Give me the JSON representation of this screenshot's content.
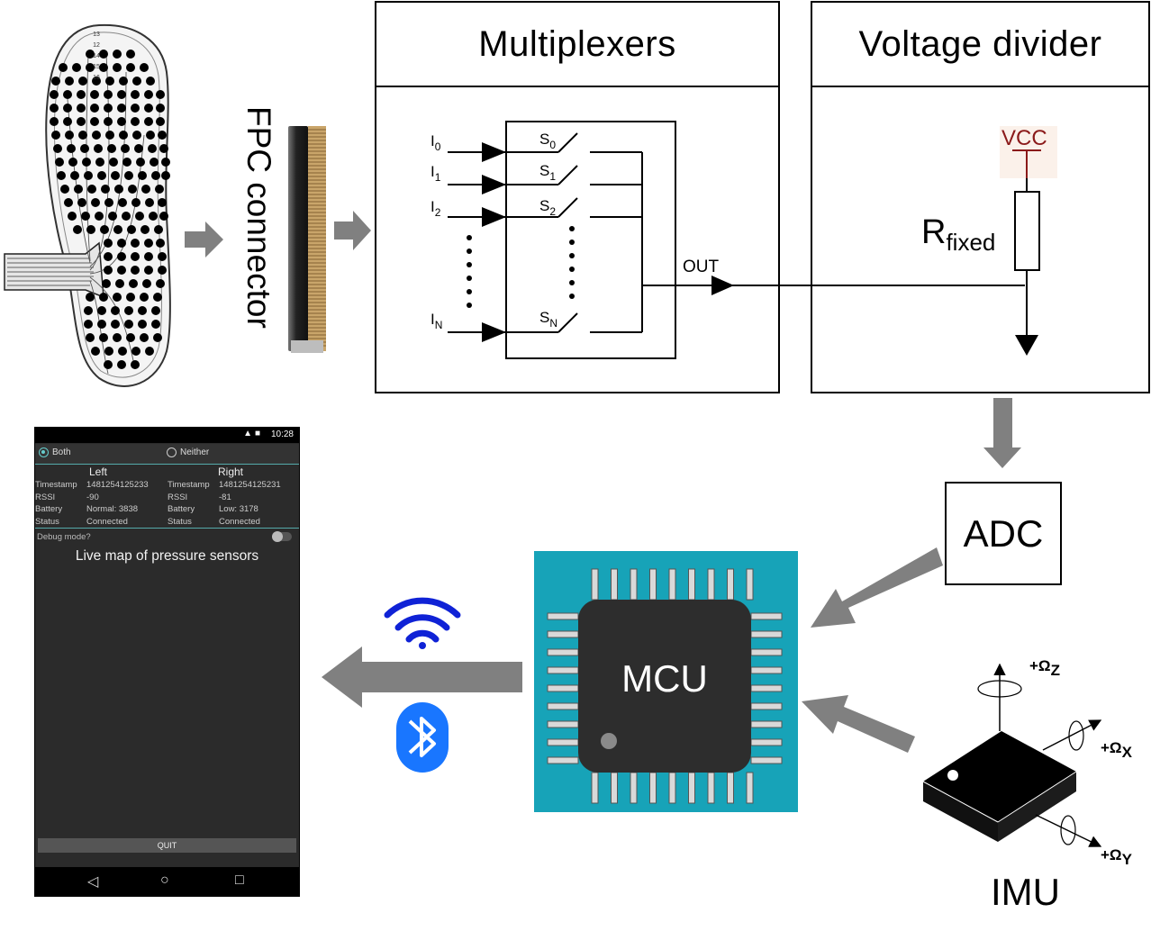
{
  "multiplexers": {
    "title": "Multiplexers",
    "inputs": [
      {
        "base": "I",
        "sub": "0"
      },
      {
        "base": "I",
        "sub": "1"
      },
      {
        "base": "I",
        "sub": "2"
      },
      {
        "base": "I",
        "sub": "N"
      }
    ],
    "switches": [
      {
        "base": "S",
        "sub": "0"
      },
      {
        "base": "S",
        "sub": "1"
      },
      {
        "base": "S",
        "sub": "2"
      },
      {
        "base": "S",
        "sub": "N"
      }
    ],
    "output_label": "OUT"
  },
  "voltage_divider": {
    "title": "Voltage divider",
    "vcc_label": "VCC",
    "resistor_base": "R",
    "resistor_sub": "fixed"
  },
  "fpc_label": "FPC connector",
  "adc_label": "ADC",
  "mcu_label": "MCU",
  "imu": {
    "label": "IMU",
    "axis_z": "+Ω",
    "axis_z_sub": "Z",
    "axis_x": "+Ω",
    "axis_x_sub": "X",
    "axis_y": "+Ω",
    "axis_y_sub": "Y"
  },
  "insole_numbers": [
    "13",
    "12",
    "14",
    "15",
    "16"
  ],
  "colors": {
    "arrow_gray": "#808080",
    "mcu_bg": "#17a3b8",
    "chip_body": "#2d2d2d",
    "wifi_blue": "#0f22d6",
    "bluetooth_blue": "#1976ff",
    "vcc_red": "#8b1a1a"
  },
  "icons": {
    "wireless": "wifi-icon",
    "bluetooth": "bluetooth-icon"
  },
  "phone": {
    "status_time": "10:28",
    "radio_both": "Both",
    "radio_neither": "Neither",
    "left": {
      "heading": "Left",
      "timestamp_label": "Timestamp",
      "timestamp": "1481254125233",
      "rssi_label": "RSSI",
      "rssi": "-90",
      "battery_label": "Battery",
      "battery": "Normal: 3838",
      "status_label": "Status",
      "status": "Connected"
    },
    "right": {
      "heading": "Right",
      "timestamp_label": "Timestamp",
      "timestamp": "1481254125231",
      "rssi_label": "RSSI",
      "rssi": "-81",
      "battery_label": "Battery",
      "battery": "Low: 3178",
      "status_label": "Status",
      "status": "Connected"
    },
    "debug_label": "Debug mode?",
    "map_title": "Live map of pressure sensors",
    "quit_label": "QUIT"
  }
}
